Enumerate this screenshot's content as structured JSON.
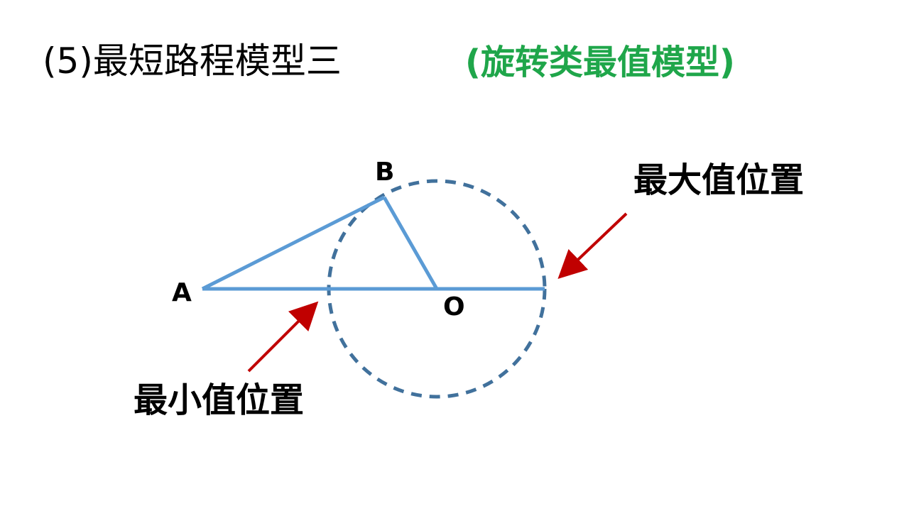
{
  "title": "(5)最短路程模型三",
  "subtitle": "(旋转类最值模型)",
  "points": {
    "A": "A",
    "B": "B",
    "O": "O"
  },
  "callouts": {
    "max": "最大值位置",
    "min": "最小值位置"
  },
  "colors": {
    "segments": "#5b9bd5",
    "circle": "#41719c",
    "arrows": "#c00000",
    "subtitle": "#1fa64a"
  }
}
